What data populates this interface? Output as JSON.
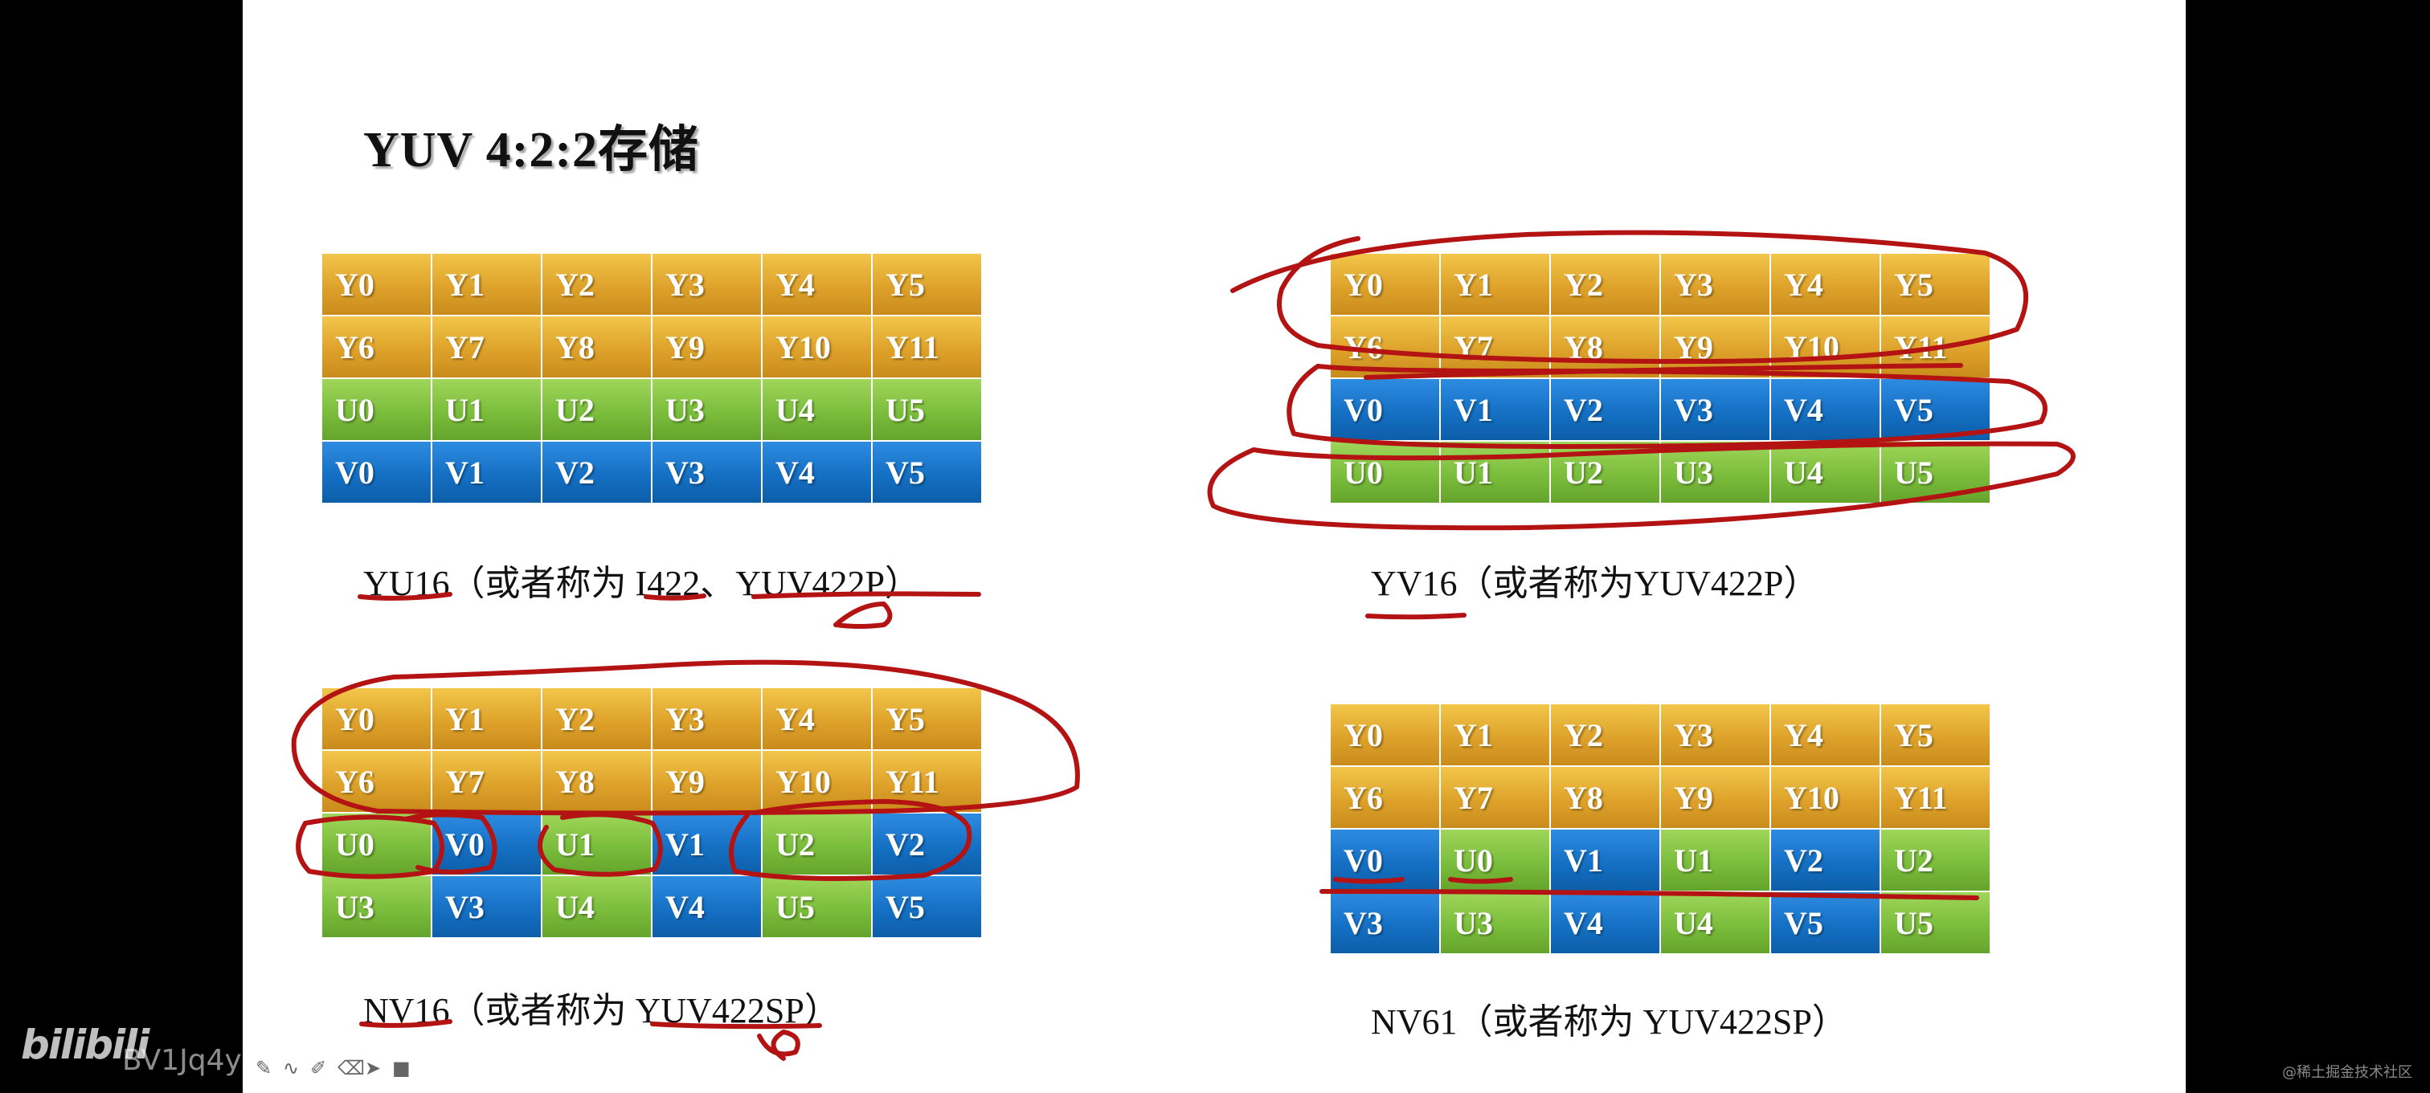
{
  "slide": {
    "title": "YUV 4:2:2存储",
    "figures": [
      {
        "id": "yu16",
        "caption": "YU16（或者称为 I422、YUV422P）",
        "rows": [
          [
            "Y0",
            "Y1",
            "Y2",
            "Y3",
            "Y4",
            "Y5"
          ],
          [
            "Y6",
            "Y7",
            "Y8",
            "Y9",
            "Y10",
            "Y11"
          ],
          [
            "U0",
            "U1",
            "U2",
            "U3",
            "U4",
            "U5"
          ],
          [
            "V0",
            "V1",
            "V2",
            "V3",
            "V4",
            "V5"
          ]
        ]
      },
      {
        "id": "yv16",
        "caption": "YV16（或者称为YUV422P）",
        "rows": [
          [
            "Y0",
            "Y1",
            "Y2",
            "Y3",
            "Y4",
            "Y5"
          ],
          [
            "Y6",
            "Y7",
            "Y8",
            "Y9",
            "Y10",
            "Y11"
          ],
          [
            "V0",
            "V1",
            "V2",
            "V3",
            "V4",
            "V5"
          ],
          [
            "U0",
            "U1",
            "U2",
            "U3",
            "U4",
            "U5"
          ]
        ]
      },
      {
        "id": "nv16",
        "caption": "NV16（或者称为 YUV422SP）",
        "rows": [
          [
            "Y0",
            "Y1",
            "Y2",
            "Y3",
            "Y4",
            "Y5"
          ],
          [
            "Y6",
            "Y7",
            "Y8",
            "Y9",
            "Y10",
            "Y11"
          ],
          [
            "U0",
            "V0",
            "U1",
            "V1",
            "U2",
            "V2"
          ],
          [
            "U3",
            "V3",
            "U4",
            "V4",
            "U5",
            "V5"
          ]
        ]
      },
      {
        "id": "nv61",
        "caption": "NV61（或者称为 YUV422SP）",
        "rows": [
          [
            "Y0",
            "Y1",
            "Y2",
            "Y3",
            "Y4",
            "Y5"
          ],
          [
            "Y6",
            "Y7",
            "Y8",
            "Y9",
            "Y10",
            "Y11"
          ],
          [
            "V0",
            "U0",
            "V1",
            "U1",
            "V2",
            "U2"
          ],
          [
            "V3",
            "U3",
            "V4",
            "U4",
            "V5",
            "U5"
          ]
        ]
      }
    ]
  },
  "colors": {
    "Y": "#dea22b",
    "U": "#7bbd3c",
    "V": "#1570c4",
    "annotation_ink": "#b31313"
  },
  "overlay": {
    "logo": "bilibili",
    "video_id": "BV1Jq4y",
    "watermark": "@稀土掘金技术社区",
    "toolbar_icons": [
      "pen-icon",
      "curve-icon",
      "marker-icon",
      "eraser-icon",
      "pointer-icon",
      "camera-icon"
    ]
  }
}
